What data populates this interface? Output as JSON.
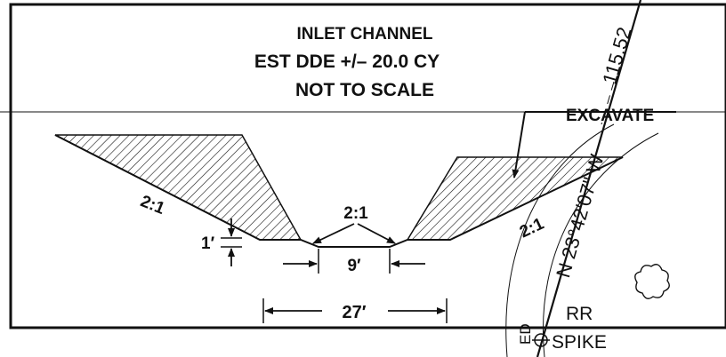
{
  "title": {
    "line1": "INLET CHANNEL",
    "line2": "EST DDE  +/–  20.0  CY",
    "line3": "NOT  TO  SCALE"
  },
  "labels": {
    "excavate": "EXCAVATE",
    "slope_left": "2:1",
    "slope_center": "2:1",
    "slope_right": "2:1",
    "depth": "1′",
    "bottom_width": "9′",
    "top_width": "27′"
  },
  "survey": {
    "bearing": "N 23°42′07\" W",
    "distance": "115.52",
    "rr": "RR",
    "spike": "SPIKE",
    "partial": "ED"
  }
}
